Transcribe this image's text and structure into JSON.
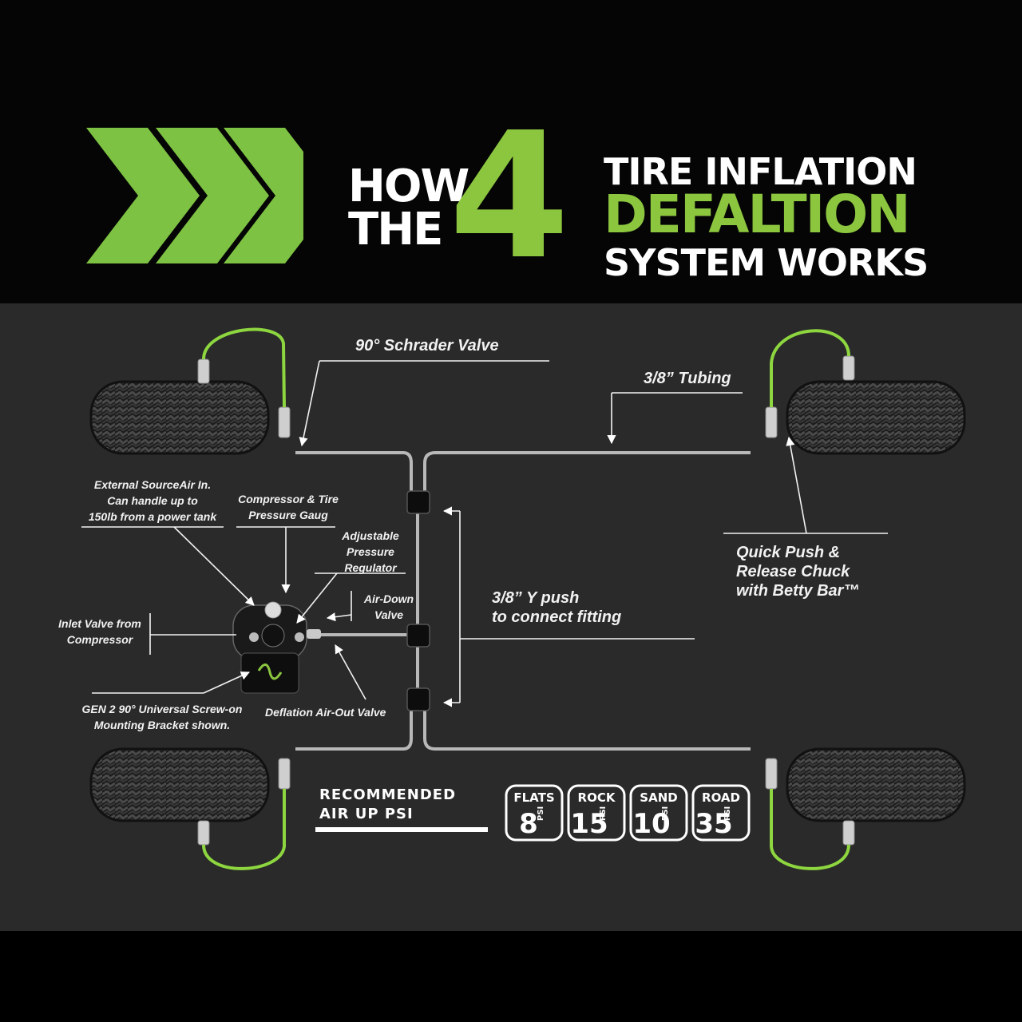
{
  "header": {
    "how": "HOW",
    "the": "THE",
    "four": "4",
    "line1": "TIRE INFLATION",
    "line2": "DEFALTION",
    "line3": "SYSTEM WORKS"
  },
  "labels": {
    "schrader": "90° Schrader Valve",
    "tubing": "3/8” Tubing",
    "external": "External SourceAir In.\nCan handle up to\n150lb from a power tank",
    "compressor_gauge": "Compressor & Tire\nPressure Gaug",
    "regulator": "Adjustable\nPressure\nRegulator",
    "air_down": "Air-Down\nValve",
    "inlet": "Inlet Valve from\nCompressor",
    "y_push": "3/8” Y push\nto connect fitting",
    "quick_push": "Quick Push &\nRelease Chuck\nwith Betty Bar™",
    "bracket": "GEN 2 90° Universal Screw-on\nMounting Bracket shown.",
    "deflation": "Deflation Air-Out Valve"
  },
  "recommended": {
    "title": "RECOMMENDED\nAIR UP PSI",
    "unit": "PSI",
    "badges": [
      {
        "label": "FLATS",
        "value": "8"
      },
      {
        "label": "ROCK",
        "value": "15"
      },
      {
        "label": "SAND",
        "value": "10"
      },
      {
        "label": "ROAD",
        "value": "35"
      }
    ]
  },
  "colors": {
    "accent_green": "#8cc63f",
    "banner_bg": "#050505",
    "diagram_bg": "#2a2a2a",
    "tubing": "#b8b8b8"
  }
}
